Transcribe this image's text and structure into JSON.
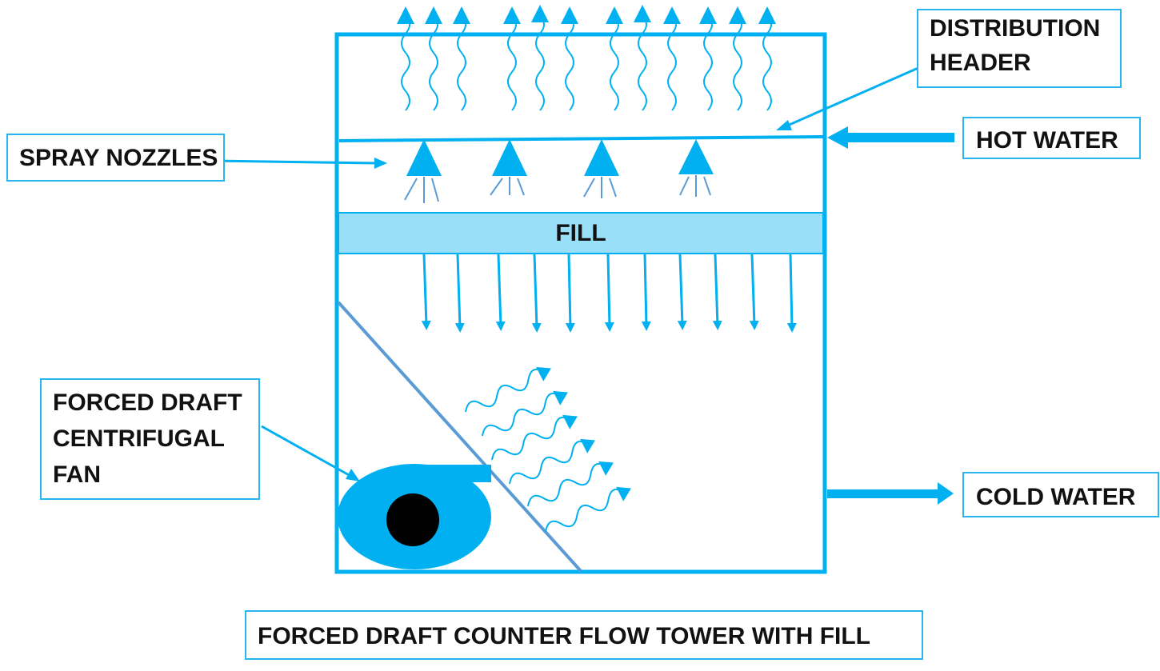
{
  "labels": {
    "distribution_header_line1": "DISTRIBUTION",
    "distribution_header_line2": "HEADER",
    "hot_water": "HOT WATER",
    "spray_nozzles": "SPRAY NOZZLES",
    "fill": "FILL",
    "forced_draft_line1": "FORCED DRAFT",
    "forced_draft_line2": "CENTRIFUGAL",
    "forced_draft_line3": "FAN",
    "cold_water": "COLD WATER",
    "caption": "FORCED DRAFT COUNTER FLOW TOWER WITH FILL"
  },
  "colors": {
    "primary": "#00b0f0",
    "fill_band": "#99dff8",
    "baffle": "#5b9bd5",
    "nozzle_spray": "#5b9bd5",
    "fan_hub": "#000000",
    "text": "#111111"
  }
}
